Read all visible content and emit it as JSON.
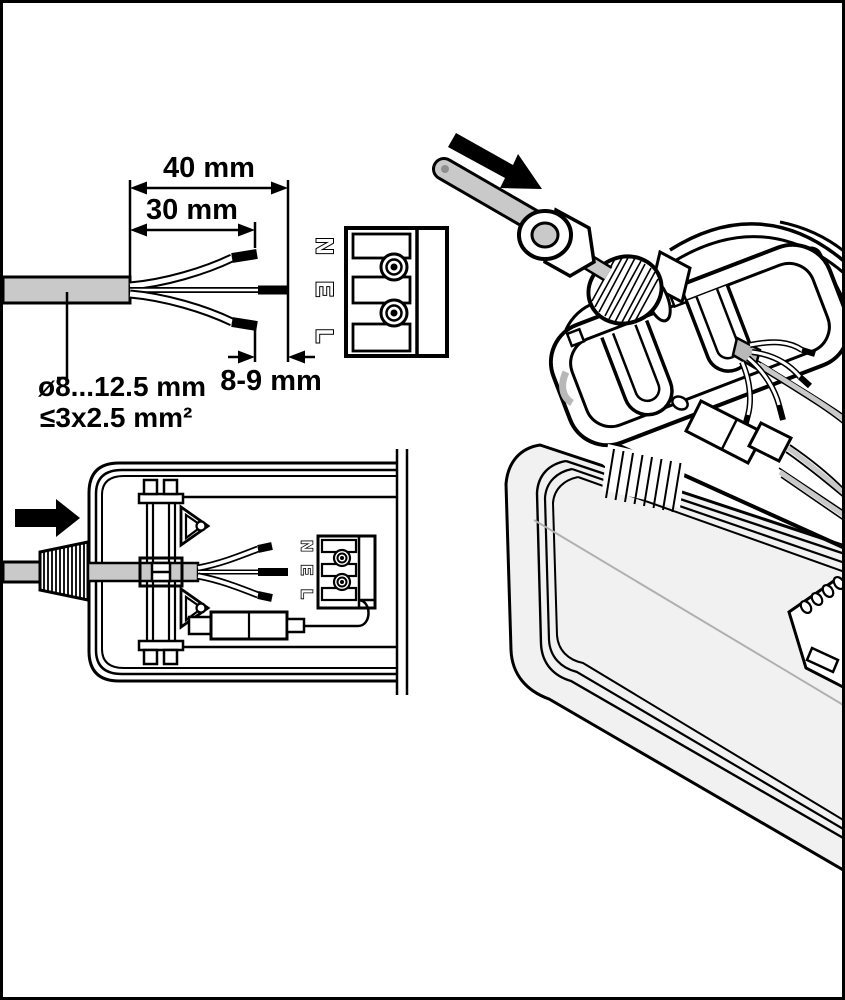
{
  "colors": {
    "line": "#000000",
    "cable_gray": "#c9c9c9",
    "wire_gray": "#b8b8b8",
    "diffuser_gray": "#f1f1f1",
    "reflection_gray": "#b0b0b0",
    "background": "#ffffff"
  },
  "strip_diagram": {
    "dims": {
      "outer_strip": "40 mm",
      "inner_strip": "30 mm",
      "wire_strip": "8-9 mm"
    },
    "cable_diameter": "ø8...12.5 mm",
    "conductor_spec": "≤3x2.5 mm²"
  },
  "terminal_front": {
    "labels": [
      "N",
      "E",
      "L"
    ]
  },
  "top_view": {
    "labels": [
      "N",
      "E",
      "L"
    ]
  }
}
